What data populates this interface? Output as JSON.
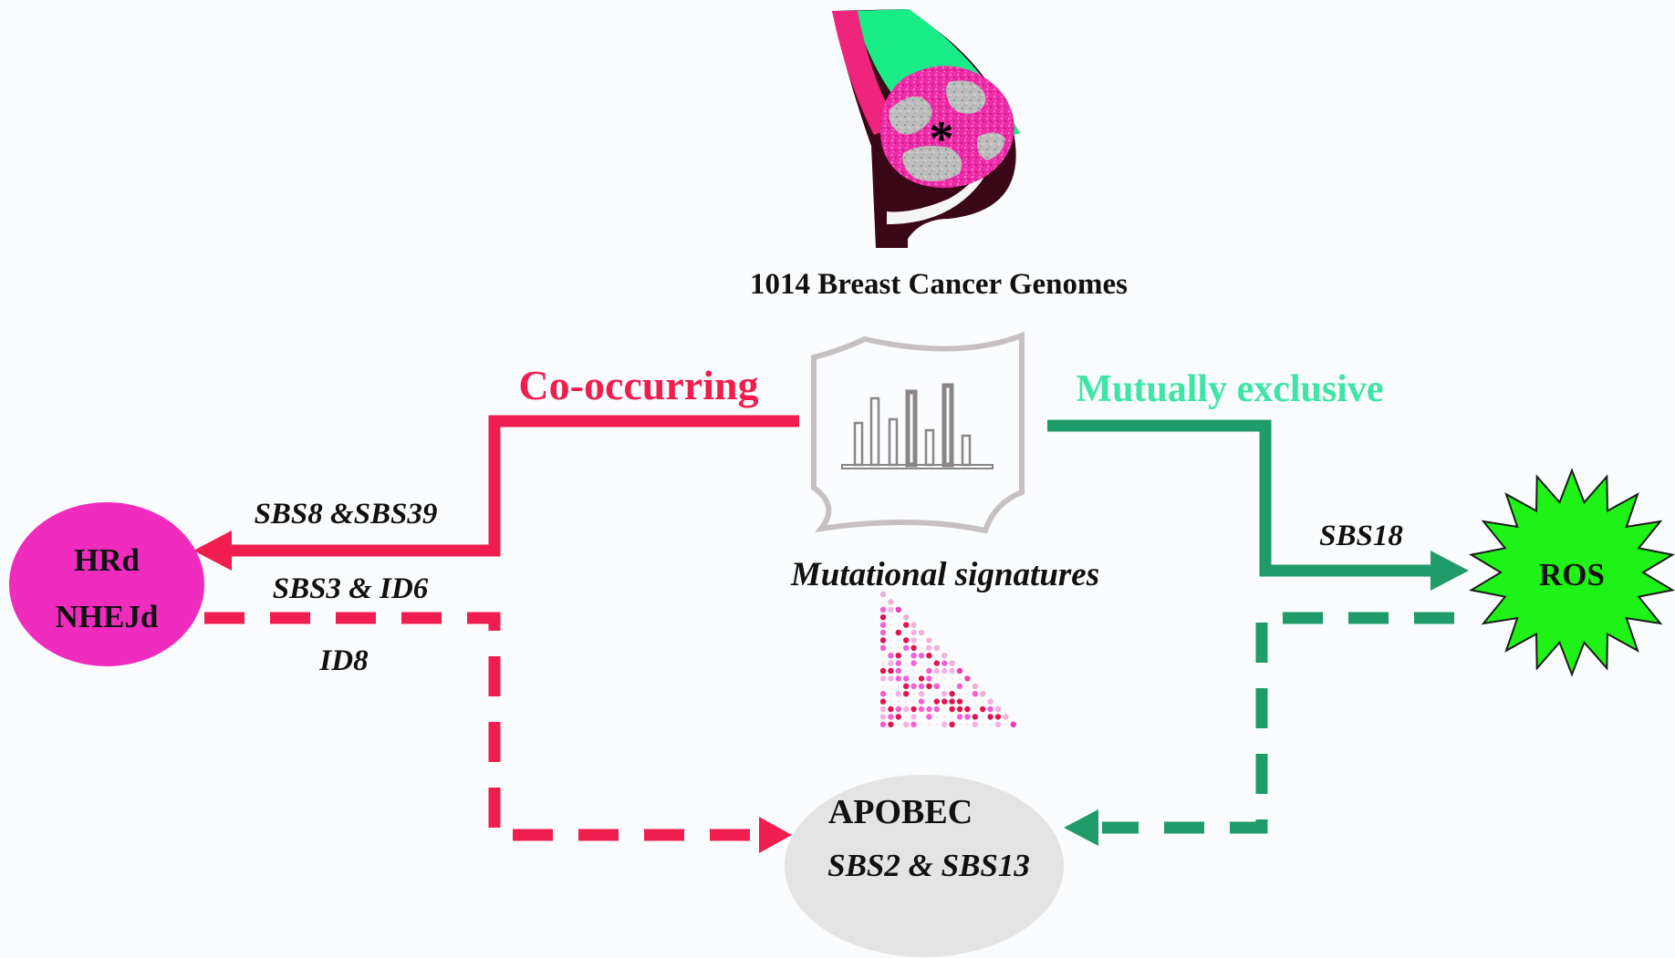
{
  "title": "1014 Breast Cancer Genomes",
  "center": {
    "label": "Mutational signatures",
    "icon": "bar-chart-document-icon",
    "matrix_icon": "correlation-matrix-icon"
  },
  "illustration": {
    "icon": "breast-tumor-illustration-icon",
    "marker": "*"
  },
  "branches": {
    "co_occurring": {
      "label": "Co-occurring",
      "color": "#f01e4f"
    },
    "mutually_exclusive": {
      "label": "Mutually exclusive",
      "color": "#1f9c69",
      "label_color": "#3ee5a6"
    }
  },
  "nodes": {
    "hrd": {
      "line1": "HRd",
      "line2": "NHEJd",
      "color": "#f02cbf"
    },
    "ros": {
      "label": "ROS",
      "color": "#1ef217"
    },
    "apobec": {
      "label": "APOBEC",
      "signatures": "SBS2 & SBS13",
      "color": "#e5e4e4"
    }
  },
  "edge_labels": {
    "hrd_solid": "SBS8 &SBS39",
    "hrd_dashed_upper": "SBS3 & ID6",
    "hrd_dashed_lower": "ID8",
    "ros_solid": "SBS18"
  }
}
